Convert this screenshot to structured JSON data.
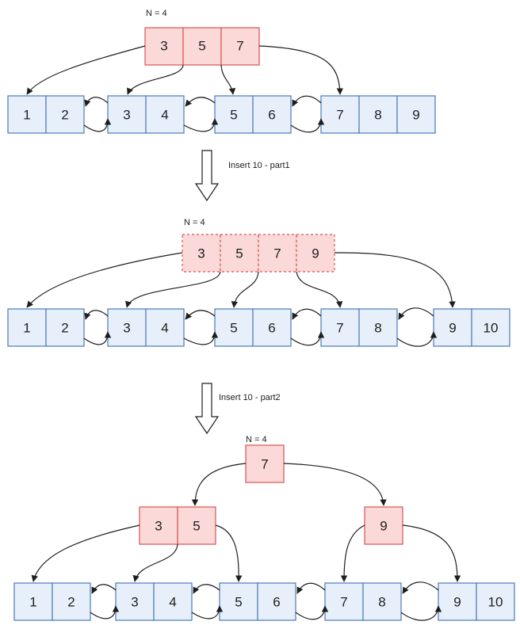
{
  "stage1": {
    "label": "N = 4",
    "internal": [
      "3",
      "5",
      "7"
    ],
    "leaves": [
      "1",
      "2",
      "3",
      "4",
      "5",
      "6",
      "7",
      "8",
      "9"
    ]
  },
  "step1": {
    "label": "Insert 10 - part1"
  },
  "stage2": {
    "label": "N = 4",
    "internal": [
      "3",
      "5",
      "7",
      "9"
    ],
    "leaves": [
      "1",
      "2",
      "3",
      "4",
      "5",
      "6",
      "7",
      "8",
      "9",
      "10"
    ]
  },
  "step2": {
    "label": "Insert 10 - part2"
  },
  "stage3": {
    "label": "N = 4",
    "root": [
      "7"
    ],
    "left_internal": [
      "3",
      "5"
    ],
    "right_internal": [
      "9"
    ],
    "leaves": [
      "1",
      "2",
      "3",
      "4",
      "5",
      "6",
      "7",
      "8",
      "9",
      "10"
    ]
  },
  "colors": {
    "leaf_fill": "#e7f0fa",
    "leaf_stroke": "#4a7ab8",
    "internal_fill": "#fbd9d9",
    "internal_stroke": "#d9534f"
  }
}
